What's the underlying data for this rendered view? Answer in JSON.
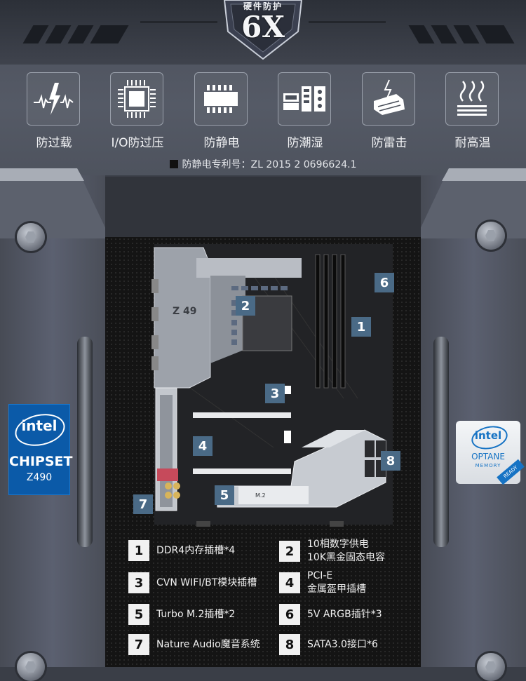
{
  "badge": {
    "top_text": "硬件防护",
    "main_text": "6X"
  },
  "features": [
    {
      "icon": "overload-icon",
      "label": "防过载"
    },
    {
      "icon": "chip-icon",
      "label": "I/O防过压"
    },
    {
      "icon": "memory-icon",
      "label": "防静电"
    },
    {
      "icon": "ports-icon",
      "label": "防潮湿"
    },
    {
      "icon": "lightning-hand-icon",
      "label": "防雷击"
    },
    {
      "icon": "heat-icon",
      "label": "耐高温"
    }
  ],
  "patent": "防静电专利号：ZL 2015 2 0696624.1",
  "board_labels": {
    "chip": "Z 49",
    "m2": "M.2"
  },
  "callouts": [
    "1",
    "2",
    "3",
    "4",
    "5",
    "6",
    "7",
    "8"
  ],
  "legend": [
    {
      "n": "1",
      "text": "DDR4内存插槽*4"
    },
    {
      "n": "2",
      "text": "10相数字供电\n10K黑金固态电容"
    },
    {
      "n": "3",
      "text": "CVN WIFI/BT模块插槽"
    },
    {
      "n": "4",
      "text": "PCI-E\n金属盔甲插槽"
    },
    {
      "n": "5",
      "text": "Turbo M.2插槽*2"
    },
    {
      "n": "6",
      "text": "5V ARGB插针*3"
    },
    {
      "n": "7",
      "text": "Nature Audio魔音系统"
    },
    {
      "n": "8",
      "text": "SATA3.0接口*6"
    }
  ],
  "intel_left": {
    "brand": "intel",
    "line1": "CHIPSET",
    "line2": "Z490"
  },
  "intel_right": {
    "brand": "intel",
    "line1": "OPTANE",
    "line2": "MEMORY",
    "tag": "READY"
  },
  "colors": {
    "accent": "#4a6a86",
    "intel_blue": "#0b5aa8"
  }
}
